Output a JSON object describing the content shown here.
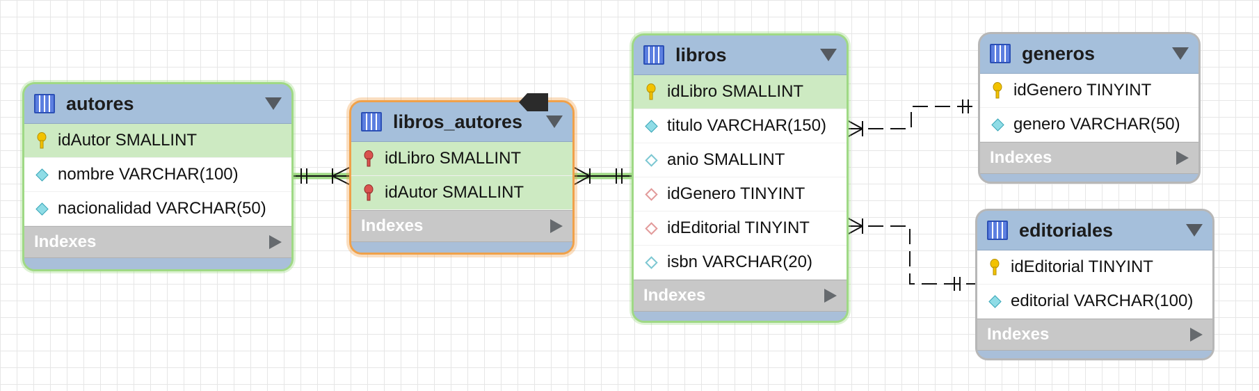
{
  "tables": {
    "autores": {
      "name": "autores",
      "columns": [
        {
          "text": "idAutor SMALLINT",
          "kind": "pk"
        },
        {
          "text": "nombre VARCHAR(100)",
          "kind": "nn"
        },
        {
          "text": "nacionalidad VARCHAR(50)",
          "kind": "nn"
        }
      ],
      "indexes_label": "Indexes"
    },
    "libros_autores": {
      "name": "libros_autores",
      "columns": [
        {
          "text": "idLibro SMALLINT",
          "kind": "pkfk"
        },
        {
          "text": "idAutor SMALLINT",
          "kind": "pkfk"
        }
      ],
      "indexes_label": "Indexes"
    },
    "libros": {
      "name": "libros",
      "columns": [
        {
          "text": "idLibro SMALLINT",
          "kind": "pk"
        },
        {
          "text": "titulo VARCHAR(150)",
          "kind": "nn"
        },
        {
          "text": "anio SMALLINT",
          "kind": "opt"
        },
        {
          "text": "idGenero TINYINT",
          "kind": "fk"
        },
        {
          "text": "idEditorial TINYINT",
          "kind": "fk"
        },
        {
          "text": "isbn VARCHAR(20)",
          "kind": "opt"
        }
      ],
      "indexes_label": "Indexes"
    },
    "generos": {
      "name": "generos",
      "columns": [
        {
          "text": "idGenero TINYINT",
          "kind": "pk"
        },
        {
          "text": "genero VARCHAR(50)",
          "kind": "nn"
        }
      ],
      "indexes_label": "Indexes"
    },
    "editoriales": {
      "name": "editoriales",
      "columns": [
        {
          "text": "idEditorial TINYINT",
          "kind": "pk"
        },
        {
          "text": "editorial VARCHAR(100)",
          "kind": "nn"
        }
      ],
      "indexes_label": "Indexes"
    }
  },
  "relationships": [
    {
      "from": "autores",
      "to": "libros_autores",
      "style": "identifying"
    },
    {
      "from": "libros",
      "to": "libros_autores",
      "style": "identifying"
    },
    {
      "from": "generos",
      "to": "libros",
      "style": "non-identifying"
    },
    {
      "from": "editoriales",
      "to": "libros",
      "style": "non-identifying"
    }
  ],
  "colors": {
    "header": "#a5bfdb",
    "pk_row": "#cdeac2",
    "selected_border": "#f0a14a",
    "highlight_border": "#9fd985",
    "key_gold": "#f2c200",
    "key_red": "#d9534f"
  }
}
